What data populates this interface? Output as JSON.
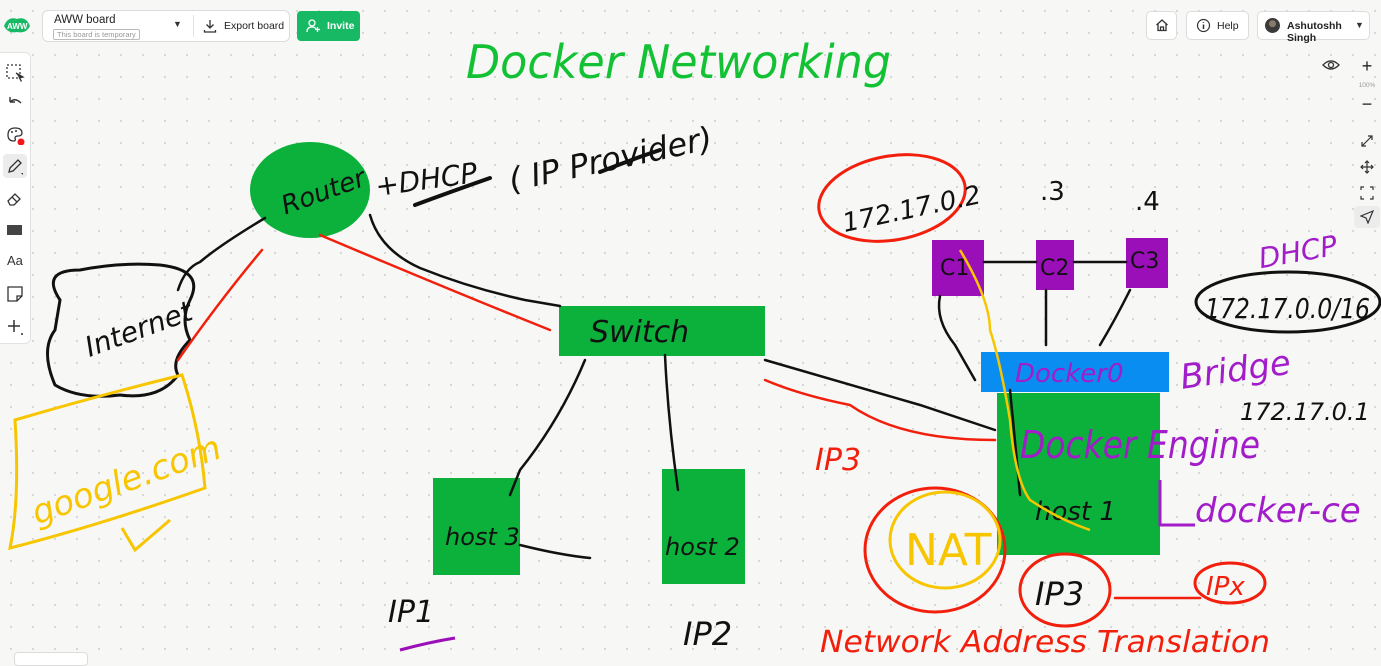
{
  "header": {
    "board_name": "AWW board",
    "board_subtitle": "This board is temporary",
    "export_label": "Export board",
    "invite_label": "Invite",
    "help_label": "Help",
    "user_name": "Ashutoshh Singh"
  },
  "toolbar": {
    "tools": [
      "select-icon",
      "undo-icon",
      "palette-icon",
      "pen-icon",
      "eraser-icon",
      "rectangle-icon",
      "text-icon",
      "sticky-note-icon",
      "add-icon"
    ],
    "text_tool_label": "Aa",
    "active_tool": "pen-icon"
  },
  "zoom": {
    "plus": "+",
    "level": "100%",
    "minus": "−"
  },
  "colors": {
    "accent_green": "#18b964",
    "shape_green": "#0bb13b",
    "purple": "#9b0fb8",
    "blue": "#0a8df0",
    "ink_red": "#f21f0c",
    "ink_yellow": "#f7c600",
    "ink_green": "#13c234",
    "ink_purple": "#a21cc9"
  },
  "drawing": {
    "title": "Docker Networking",
    "router": "Router",
    "dhcp_label": "+DHCP",
    "ip_provider": "( IP Provider)",
    "internet": "Internet",
    "google": "google.com",
    "switch": "Switch",
    "host1": "host 1",
    "host2": "host 2",
    "host3": "host 3",
    "ip1": "IP1",
    "ip2": "IP2",
    "ip3_left": "IP3",
    "ip3_circled": "IP3",
    "ipx": "IPx",
    "c1": "C1",
    "c2": "C2",
    "c3": "C3",
    "ip_c1": "172.17.0.2",
    "ip_c2": ".3",
    "ip_c3": ".4",
    "dhcp_right": "DHCP",
    "subnet": "172.17.0.0/16",
    "docker0": "Docker0",
    "bridge": "Bridge",
    "docker_engine": "Docker Engine",
    "gateway_ip": "172.17.0.1",
    "docker_ce": "docker-ce",
    "nat": "NAT",
    "nat_full": "Network Address Translation"
  }
}
